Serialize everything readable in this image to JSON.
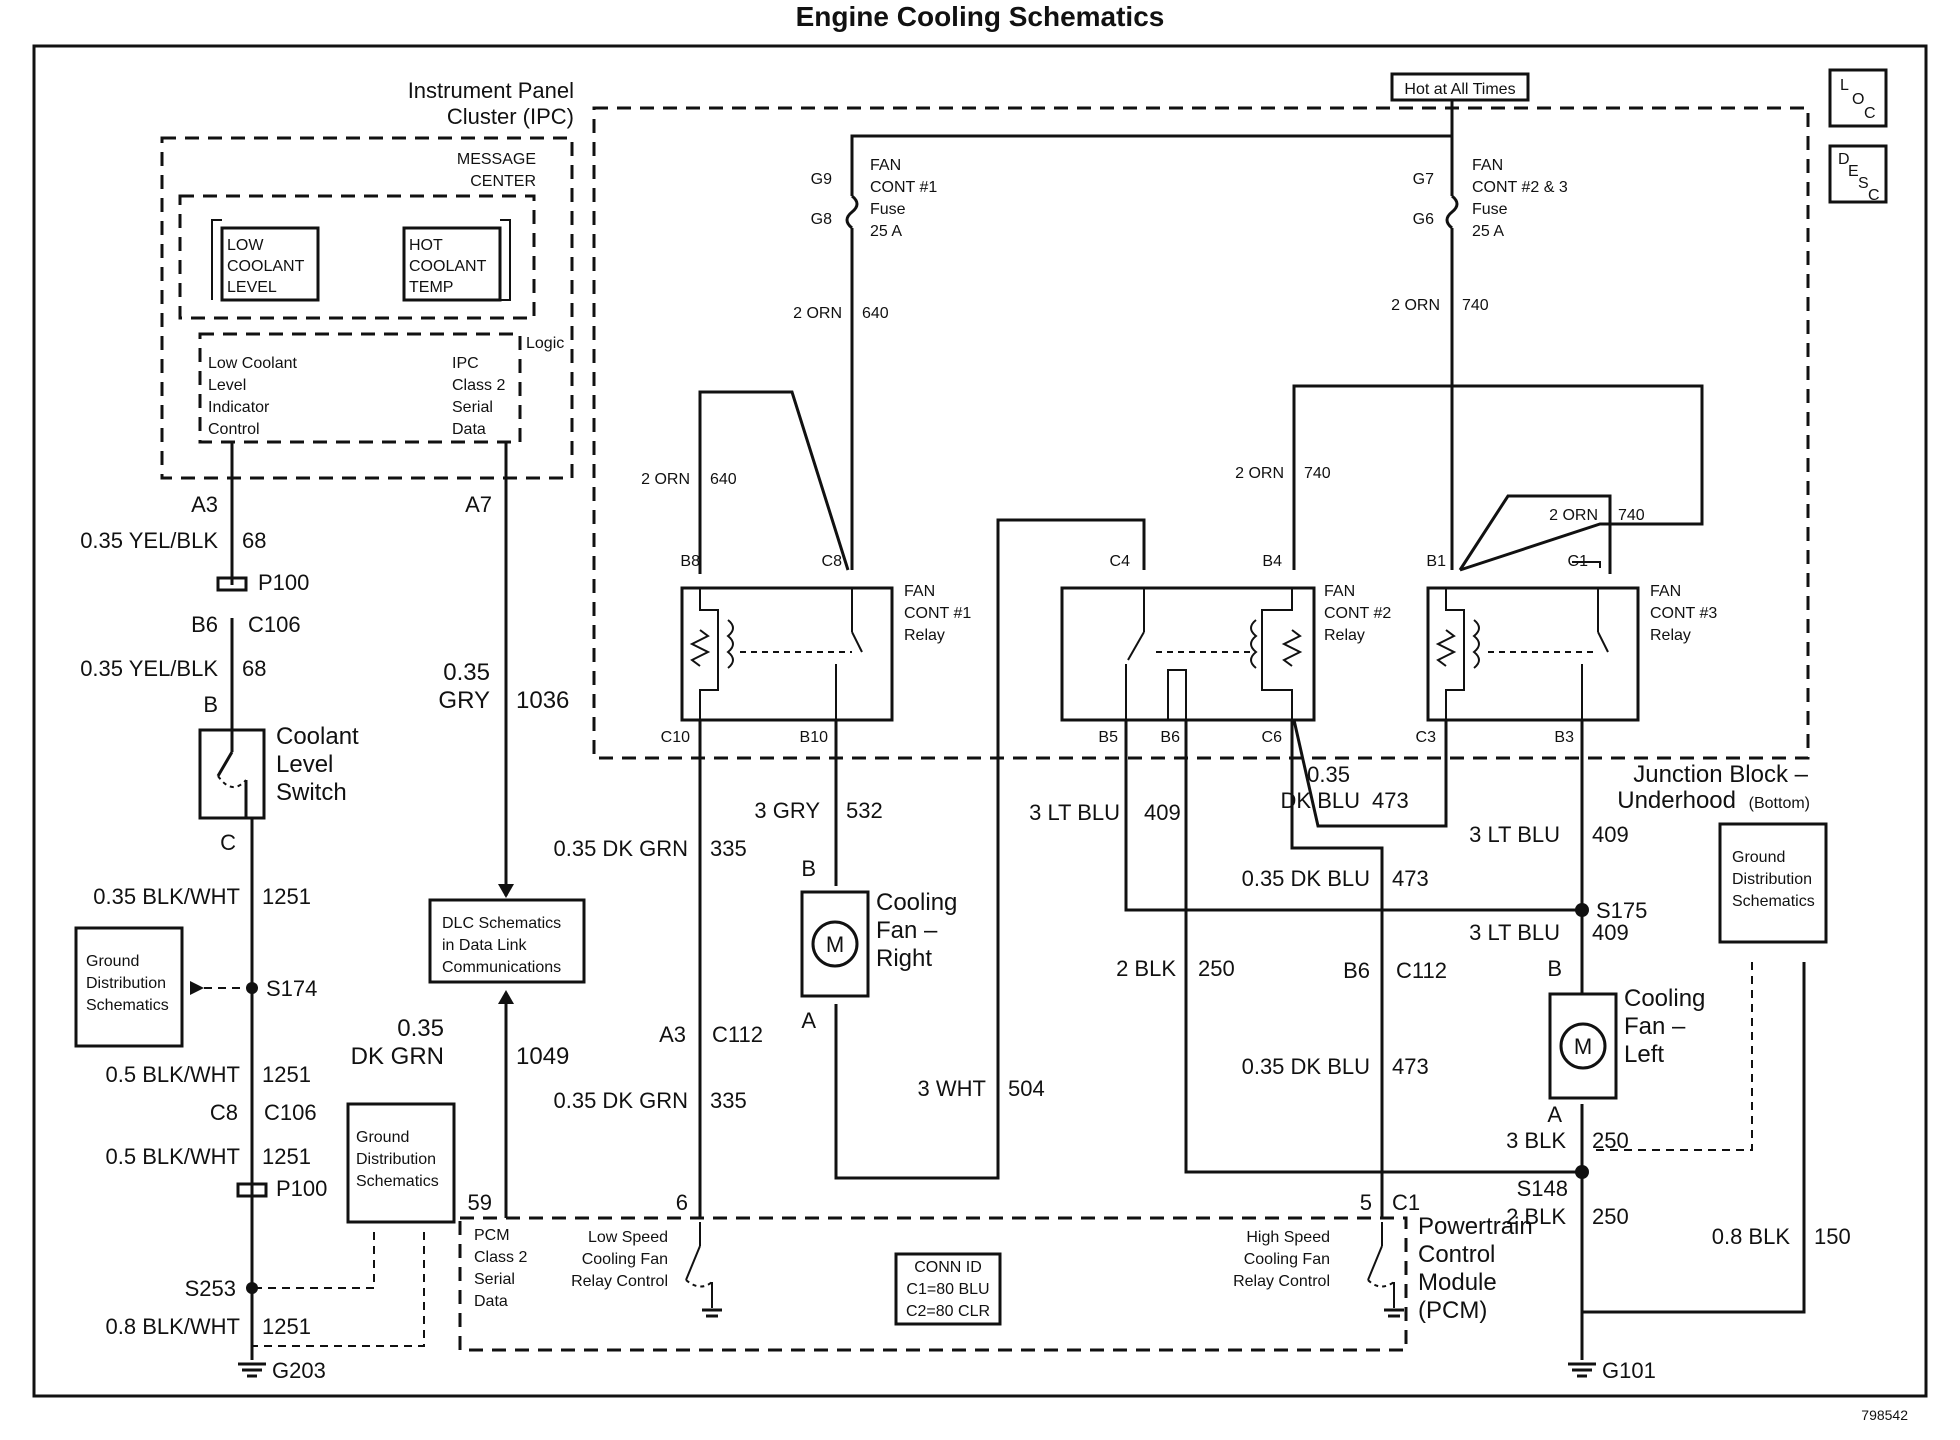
{
  "title": "Engine Cooling Schematics",
  "footer_code": "798542",
  "buttons": {
    "loc": "LOC",
    "desc": "DESC"
  },
  "ipc": {
    "title_1": "Instrument Panel",
    "title_2": "Cluster (IPC)",
    "message_center_1": "MESSAGE",
    "message_center_2": "CENTER",
    "low_coolant": [
      "LOW",
      "COOLANT",
      "LEVEL"
    ],
    "hot_coolant": [
      "HOT",
      "COOLANT",
      "TEMP"
    ],
    "logic": "Logic",
    "low_coolant_ctrl": [
      "Low Coolant",
      "Level",
      "Indicator",
      "Control"
    ],
    "ipc_serial": [
      "IPC",
      "Class 2",
      "Serial",
      "Data"
    ]
  },
  "hot_at_all_times": "Hot at All Times",
  "fuses": {
    "f1": {
      "pin_top": "G9",
      "pin_bot": "G8",
      "label": [
        "FAN",
        "CONT #1",
        "Fuse",
        "25 A"
      ]
    },
    "f2": {
      "pin_top": "G7",
      "pin_bot": "G6",
      "label": [
        "FAN",
        "CONT #2 & 3",
        "Fuse",
        "25 A"
      ]
    }
  },
  "relays": {
    "r1": {
      "label": [
        "FAN",
        "CONT #1",
        "Relay"
      ],
      "pins": [
        "B8",
        "C8",
        "C10",
        "B10"
      ]
    },
    "r2": {
      "label": [
        "FAN",
        "CONT #2",
        "Relay"
      ],
      "pins": [
        "C4",
        "B4",
        "B5",
        "B6",
        "C6"
      ]
    },
    "r3": {
      "label": [
        "FAN",
        "CONT #3",
        "Relay"
      ],
      "pins": [
        "B1",
        "C1",
        "C3",
        "B3"
      ]
    }
  },
  "junction_block": [
    "Junction Block –",
    "Underhood",
    "(Bottom)"
  ],
  "wires": {
    "w640a": [
      "2 ORN",
      "640"
    ],
    "w640b": [
      "2 ORN",
      "640"
    ],
    "w740a": [
      "2 ORN",
      "740"
    ],
    "w740b": [
      "2 ORN",
      "740"
    ],
    "w740c": [
      "2 ORN",
      "740"
    ],
    "w68a": [
      "0.35 YEL/BLK",
      "68"
    ],
    "w68b": [
      "0.35 YEL/BLK",
      "68"
    ],
    "w1036": [
      "0.35",
      "GRY",
      "1036"
    ],
    "w1251a": [
      "0.35 BLK/WHT",
      "1251"
    ],
    "w1251b": [
      "0.5 BLK/WHT",
      "1251"
    ],
    "w1251c": [
      "0.5 BLK/WHT",
      "1251"
    ],
    "w1251d": [
      "0.8 BLK/WHT",
      "1251"
    ],
    "w1049": [
      "0.35",
      "DK GRN",
      "1049"
    ],
    "w335a": [
      "0.35 DK GRN",
      "335"
    ],
    "w335b": [
      "0.35 DK GRN",
      "335"
    ],
    "w532": [
      "3 GRY",
      "532"
    ],
    "w504": [
      "3 WHT",
      "504"
    ],
    "w409a": [
      "3 LT BLU",
      "409"
    ],
    "w409b": [
      "3 LT BLU",
      "409"
    ],
    "w409c": [
      "3 LT BLU",
      "409"
    ],
    "w473a": [
      "0.35",
      "DK BLU",
      "473"
    ],
    "w473b": [
      "0.35 DK BLU",
      "473"
    ],
    "w473c": [
      "0.35 DK BLU",
      "473"
    ],
    "w250a": [
      "2 BLK",
      "250"
    ],
    "w250b": [
      "3 BLK",
      "250"
    ],
    "w250c": [
      "2 BLK",
      "250"
    ],
    "w150": [
      "0.8 BLK",
      "150"
    ]
  },
  "connectors": {
    "a3": "A3",
    "a7": "A7",
    "p100a": "P100",
    "b6": "B6",
    "c106a": "C106",
    "b": "B",
    "c": "C",
    "c8": "C8",
    "c106b": "C106",
    "p100b": "P100",
    "s174": "S174",
    "s253": "S253",
    "g203": "G203",
    "a3b": "A3",
    "c112a": "C112",
    "b6b": "B6",
    "c112b": "C112",
    "s175": "S175",
    "s148": "S148",
    "g101": "G101",
    "pin59": "59",
    "pin6": "6",
    "pin5": "5",
    "c1": "C1",
    "fr_b": "B",
    "fr_a": "A",
    "fl_b": "B",
    "fl_a": "A"
  },
  "switch_label": [
    "Coolant",
    "Level",
    "Switch"
  ],
  "fan_right": [
    "Cooling",
    "Fan –",
    "Right"
  ],
  "fan_left": [
    "Cooling",
    "Fan –",
    "Left"
  ],
  "motor_symbol": "M",
  "dlc": [
    "DLC Schematics",
    "in Data Link",
    "Communications"
  ],
  "ground_dist": [
    "Ground",
    "Distribution",
    "Schematics"
  ],
  "pcm": {
    "title": [
      "Powertrain",
      "Control",
      "Module",
      "(PCM)"
    ],
    "serial": [
      "PCM",
      "Class 2",
      "Serial",
      "Data"
    ],
    "low_speed": [
      "Low Speed",
      "Cooling Fan",
      "Relay Control"
    ],
    "high_speed": [
      "High Speed",
      "Cooling Fan",
      "Relay Control"
    ],
    "conn_id": [
      "CONN ID",
      "C1=80 BLU",
      "C2=80 CLR"
    ]
  }
}
